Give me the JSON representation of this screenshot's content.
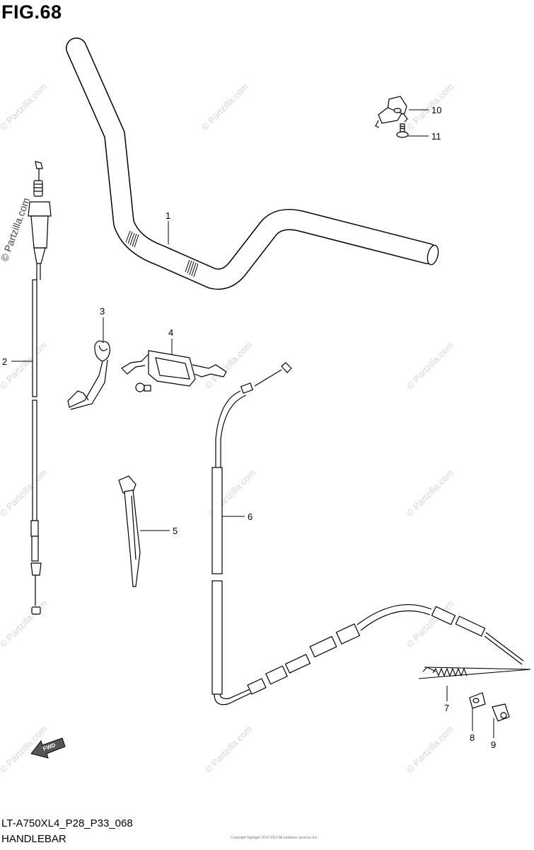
{
  "figure": {
    "title": "FIG.68",
    "model_code": "LT-A750XL4_P28_P33_068",
    "section": "HANDLEBAR",
    "copyright_note": "Copyright highlight 2014 2012 All marketer services Inc.",
    "watermark": "© Partzilla.com",
    "fwd_label": "FWD"
  },
  "callouts": [
    {
      "number": "1"
    },
    {
      "number": "2"
    },
    {
      "number": "3"
    },
    {
      "number": "4"
    },
    {
      "number": "5"
    },
    {
      "number": "6"
    },
    {
      "number": "7"
    },
    {
      "number": "8"
    },
    {
      "number": "9"
    },
    {
      "number": "10"
    },
    {
      "number": "11"
    }
  ]
}
